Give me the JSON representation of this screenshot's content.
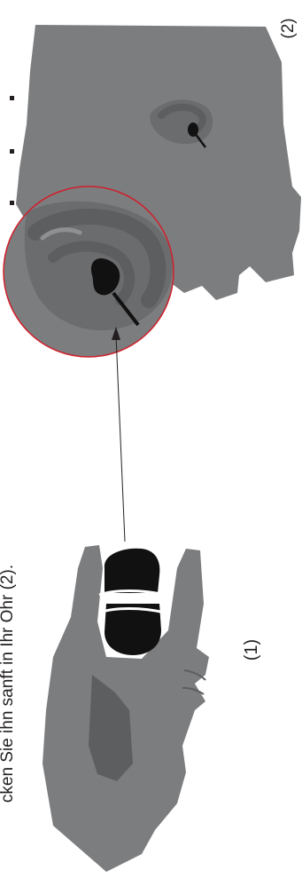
{
  "illustration": {
    "instruction_text": "cken Sie ihn sanft in Ihr Ohr (2).",
    "step_1_label": "(1)",
    "step_2_label": "(2)",
    "colors": {
      "skin": "#7c7d7f",
      "skin_shadow": "#5d5e60",
      "ear_inner": "#6b6c6e",
      "zoom_circle_border": "#d01f2b",
      "earplug": "#111111",
      "text": "#231f20",
      "arrow": "#231f20"
    },
    "icons": [
      "head-profile-icon",
      "ear-zoom-icon",
      "hand-holding-earplug-icon",
      "earplug-icon",
      "arrow-icon"
    ]
  }
}
